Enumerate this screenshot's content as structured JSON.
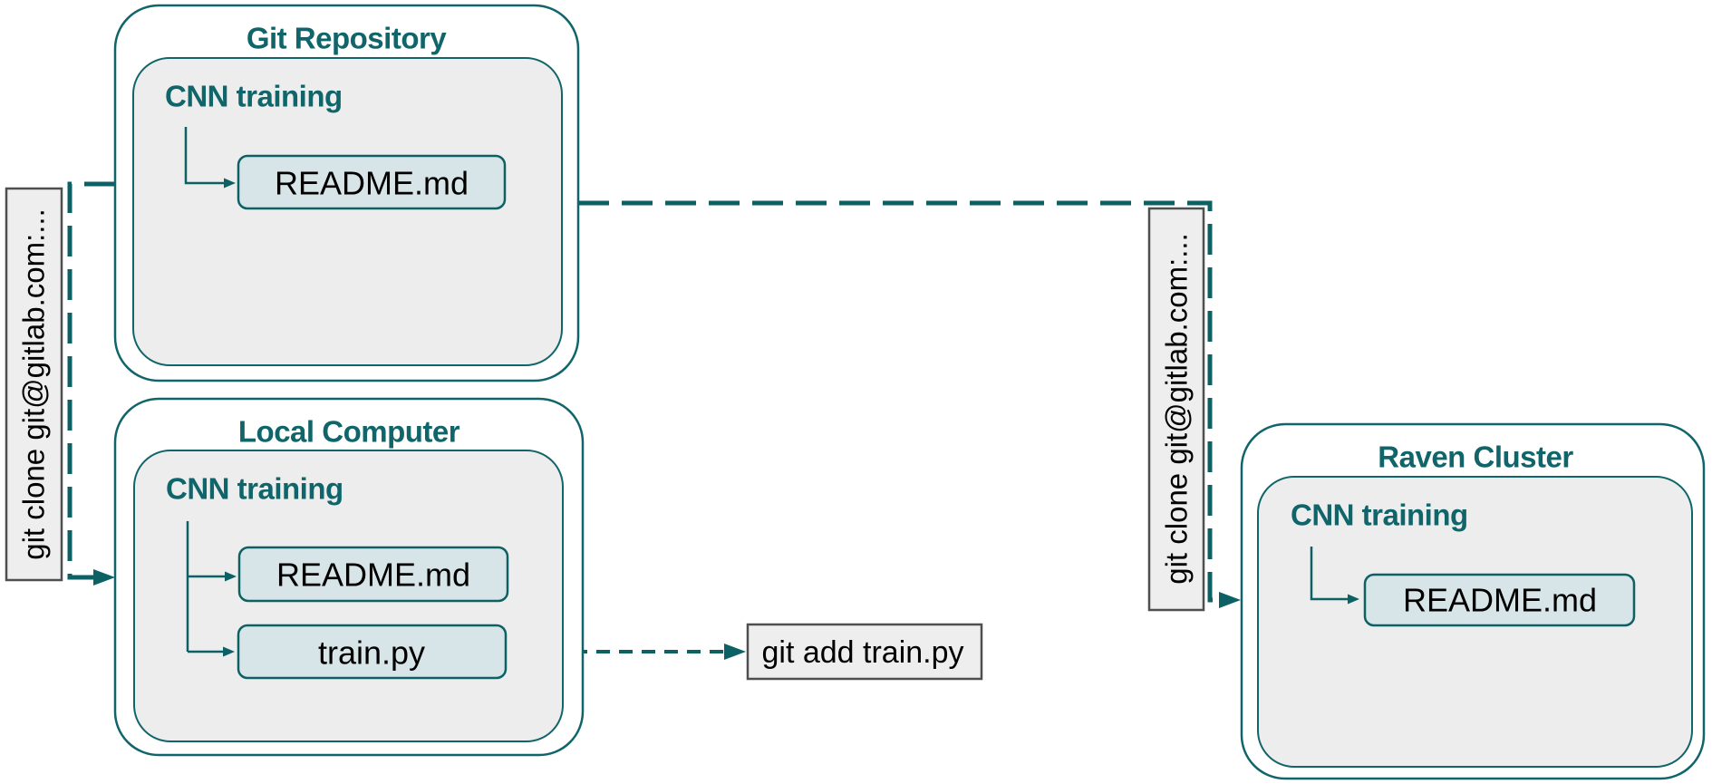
{
  "diagram": {
    "containers": [
      {
        "id": "git-repository",
        "title": "Git Repository",
        "folder": "CNN training",
        "files": [
          "README.md"
        ]
      },
      {
        "id": "local-computer",
        "title": "Local Computer",
        "folder": "CNN training",
        "files": [
          "README.md",
          "train.py"
        ]
      },
      {
        "id": "raven-cluster",
        "title": "Raven Cluster",
        "folder": "CNN training",
        "files": [
          "README.md"
        ]
      }
    ],
    "edges": [
      {
        "id": "clone-repo-to-local",
        "label": "git clone git@gitlab.com:...",
        "style": "dashed"
      },
      {
        "id": "clone-repo-to-raven",
        "label": "git clone git@gitlab.com:...",
        "style": "dashed"
      },
      {
        "id": "add-train-py",
        "label": "git add train.py",
        "style": "dashed"
      }
    ],
    "colors": {
      "teal_line": "#0d6164",
      "teal_text": "#10656a",
      "inner_fill": "#ededed",
      "file_fill": "#d8e5e8",
      "label_fill": "#eeeeee",
      "label_border": "#4f4f4f",
      "background": "#ffffff"
    }
  }
}
